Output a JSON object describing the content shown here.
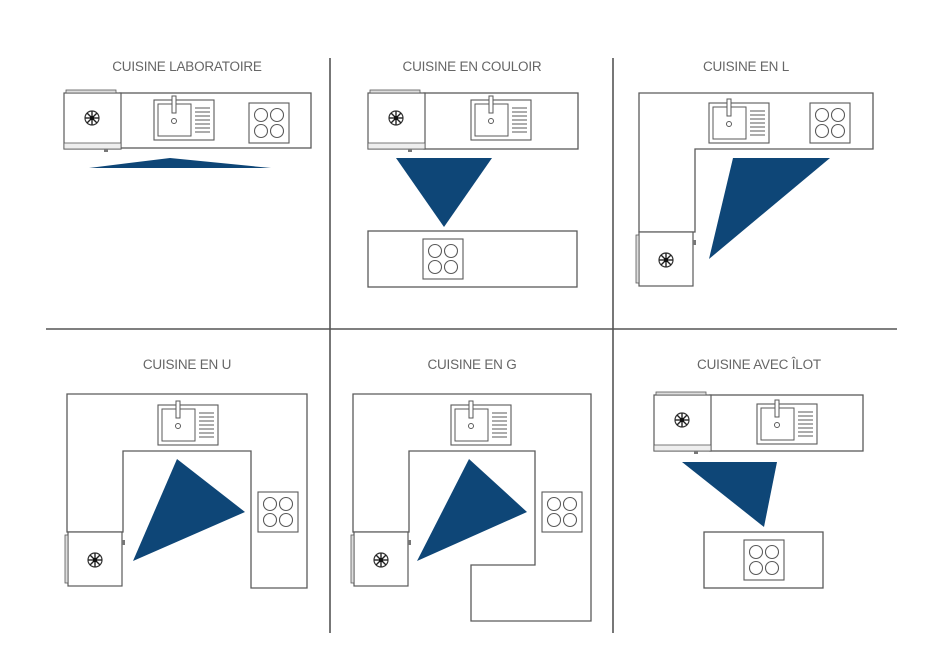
{
  "panels": [
    {
      "id": "laboratoire",
      "title": "CUISINE LABORATOIRE",
      "appliances": [
        "fridge",
        "sink",
        "cooktop"
      ],
      "work_triangle": true
    },
    {
      "id": "couloir",
      "title": "CUISINE EN COULOIR",
      "appliances": [
        "fridge",
        "sink",
        "cooktop"
      ],
      "work_triangle": true
    },
    {
      "id": "en-l",
      "title": "CUISINE EN L",
      "appliances": [
        "sink",
        "cooktop",
        "fridge"
      ],
      "work_triangle": true
    },
    {
      "id": "en-u",
      "title": "CUISINE EN U",
      "appliances": [
        "sink",
        "cooktop",
        "fridge"
      ],
      "work_triangle": true
    },
    {
      "id": "en-g",
      "title": "CUISINE EN G",
      "appliances": [
        "sink",
        "cooktop",
        "fridge"
      ],
      "work_triangle": true
    },
    {
      "id": "ilot",
      "title": "CUISINE AVEC  ÎLOT",
      "appliances": [
        "fridge",
        "sink",
        "cooktop"
      ],
      "work_triangle": true
    }
  ],
  "icons": {
    "fridge": "snowflake-icon",
    "sink": "sink-icon",
    "cooktop": "cooktop-icon"
  },
  "colors": {
    "triangle": "#0e4677",
    "outline": "#5a5a5a",
    "title": "#666666",
    "grid": "#555555"
  }
}
